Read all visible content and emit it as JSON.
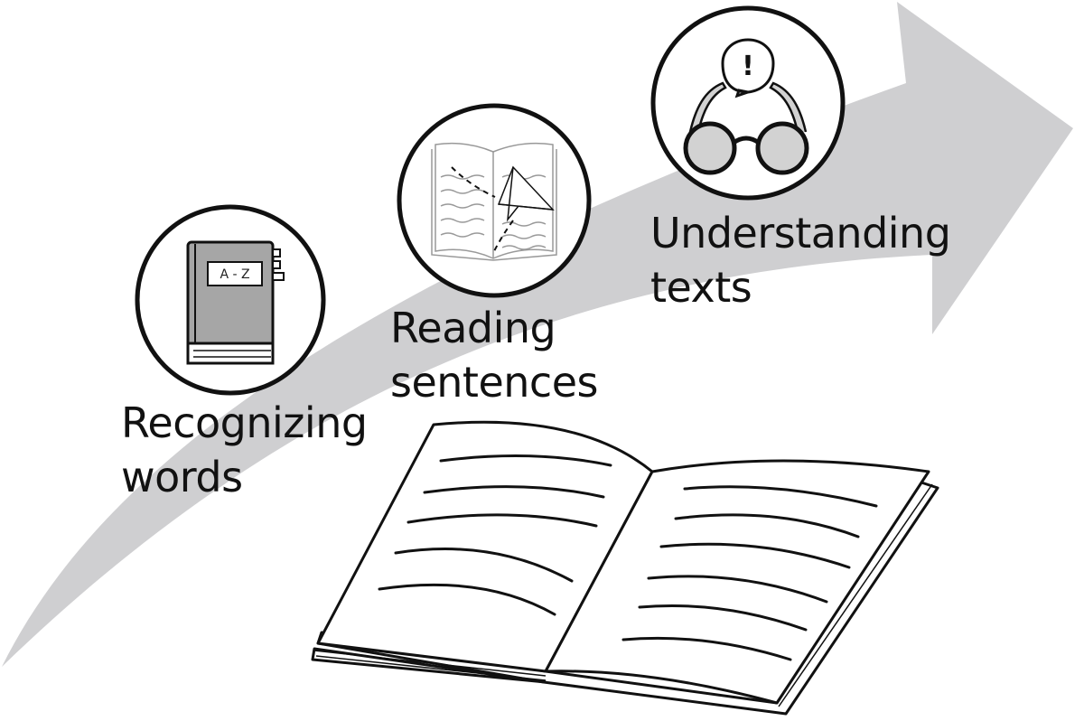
{
  "colors": {
    "arrow": "#cfcfd1",
    "stroke": "#111111",
    "book_cover": "#a6a6a6",
    "lens": "#d2d2d2"
  },
  "stages": [
    {
      "line1": "Recognizing",
      "line2": "words",
      "icon": "dictionary-book-icon",
      "book_tag": "A - Z"
    },
    {
      "line1": "Reading",
      "line2": "sentences",
      "icon": "open-book-paper-plane-icon"
    },
    {
      "line1": "Understanding",
      "line2": "texts",
      "icon": "glasses-speech-bubble-icon",
      "bubble_mark": "!"
    }
  ],
  "illustration": "open-book-icon"
}
